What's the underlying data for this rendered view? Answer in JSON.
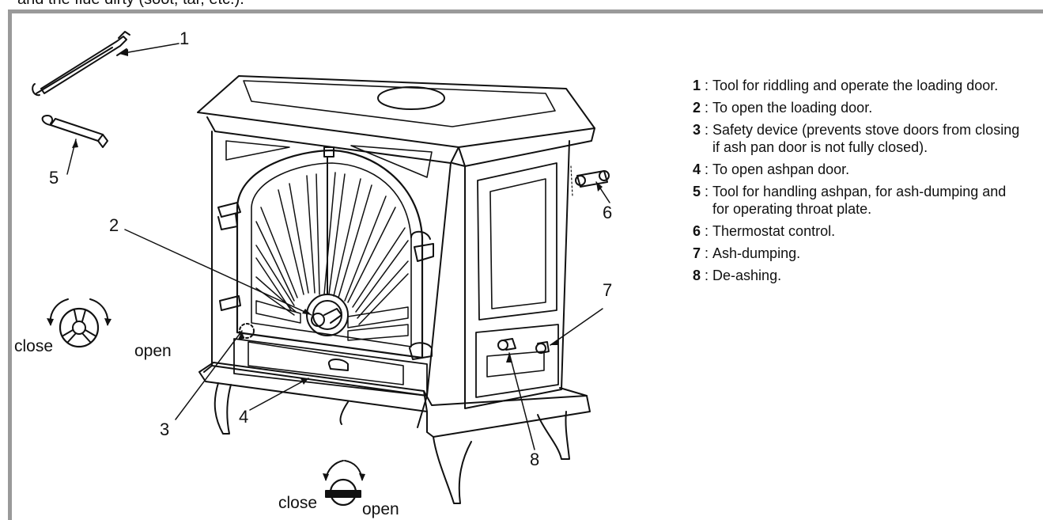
{
  "top_text": "and the flue dirty (soot, tar, etc.).",
  "callout_numbers": {
    "n1": "1",
    "n2": "2",
    "n3": "3",
    "n4": "4",
    "n5": "5",
    "n6": "6",
    "n7": "7",
    "n8": "8"
  },
  "dials": {
    "left": {
      "close": "close",
      "open": "open"
    },
    "bottom": {
      "close": "close",
      "open": "open"
    }
  },
  "legend": [
    {
      "num": "1",
      "text": "Tool for riddling and operate the loading door."
    },
    {
      "num": "2",
      "text": "To open the loading door."
    },
    {
      "num": "3",
      "text": "Safety device (prevents stove doors from closing if ash pan door is not fully closed)."
    },
    {
      "num": "4",
      "text": "To open ashpan door."
    },
    {
      "num": "5",
      "text": "Tool for handling ashpan, for ash-dumping and for operating throat plate."
    },
    {
      "num": "6",
      "text": "Thermostat control."
    },
    {
      "num": "7",
      "text": "Ash-dumping."
    },
    {
      "num": "8",
      "text": "De-ashing."
    }
  ]
}
